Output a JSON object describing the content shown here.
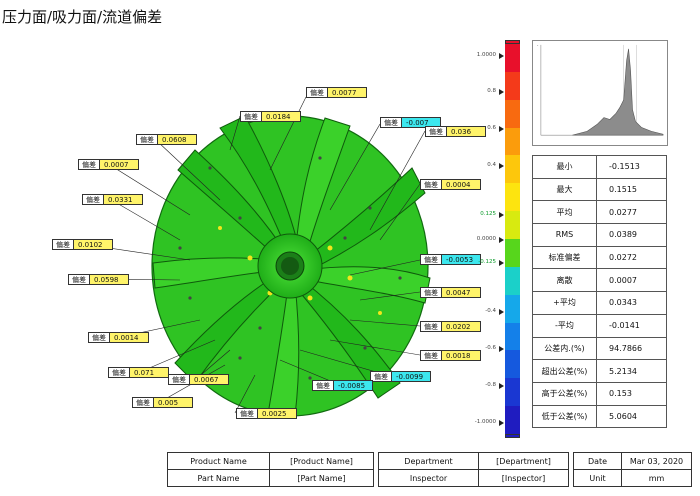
{
  "page_title": "压力面/吸力面/流道偏差",
  "deviation_key": "偏差",
  "labels": [
    {
      "value": "0.0077",
      "color": "yellow"
    },
    {
      "value": "0.0184",
      "color": "yellow"
    },
    {
      "value": "-0.007",
      "color": "cyan"
    },
    {
      "value": "0.036",
      "color": "yellow"
    },
    {
      "value": "0.0608",
      "color": "yellow"
    },
    {
      "value": "0.0007",
      "color": "yellow"
    },
    {
      "value": "0.0004",
      "color": "yellow"
    },
    {
      "value": "0.0331",
      "color": "yellow"
    },
    {
      "value": "0.0102",
      "color": "yellow"
    },
    {
      "value": "-0.0053",
      "color": "cyan"
    },
    {
      "value": "0.0598",
      "color": "yellow"
    },
    {
      "value": "0.0047",
      "color": "yellow"
    },
    {
      "value": "0.0202",
      "color": "yellow"
    },
    {
      "value": "0.0014",
      "color": "yellow"
    },
    {
      "value": "0.0018",
      "color": "yellow"
    },
    {
      "value": "0.071",
      "color": "yellow"
    },
    {
      "value": "0.0067",
      "color": "yellow"
    },
    {
      "value": "-0.0099",
      "color": "cyan"
    },
    {
      "value": "-0.0085",
      "color": "cyan"
    },
    {
      "value": "0.005",
      "color": "yellow"
    },
    {
      "value": "0.0025",
      "color": "yellow"
    }
  ],
  "color_scale": {
    "ticks": [
      "1.0000",
      "0.8",
      "0.6",
      "0.4",
      "0.125",
      "0.0000",
      "-0.125",
      "-0.4",
      "-0.6",
      "-0.8",
      "-1.0000"
    ],
    "tol_ticks": [
      "0.125",
      "-0.125"
    ],
    "colors": [
      "#e8102b",
      "#f43a1a",
      "#f86a10",
      "#fb9c0c",
      "#fdc70c",
      "#fde40f",
      "#d8ea10",
      "#57d61c",
      "#1bd0c9",
      "#15a8ea",
      "#1480e9",
      "#1559de",
      "#1a37d2",
      "#1f1cc0"
    ]
  },
  "stats": [
    {
      "label": "最小",
      "value": "-0.1513"
    },
    {
      "label": "最大",
      "value": "0.1515"
    },
    {
      "label": "平均",
      "value": "0.0277"
    },
    {
      "label": "RMS",
      "value": "0.0389"
    },
    {
      "label": "标准偏差",
      "value": "0.0272"
    },
    {
      "label": "离散",
      "value": "0.0007"
    },
    {
      "label": "+平均",
      "value": "0.0343"
    },
    {
      "label": "-平均",
      "value": "-0.0141"
    },
    {
      "label": "公差内.(%)",
      "value": "94.7866"
    },
    {
      "label": "超出公差(%)",
      "value": "5.2134"
    },
    {
      "label": "高于公差(%)",
      "value": "0.153"
    },
    {
      "label": "低于公差(%)",
      "value": "5.0604"
    }
  ],
  "info": {
    "product_name_label": "Product Name",
    "product_name_value": "[Product Name]",
    "part_name_label": "Part Name",
    "part_name_value": "[Part Name]",
    "department_label": "Department",
    "department_value": "[Department]",
    "inspector_label": "Inspector",
    "inspector_value": "[Inspector]",
    "date_label": "Date",
    "date_value": "Mar 03, 2020",
    "unit_label": "Unit",
    "unit_value": "mm"
  }
}
